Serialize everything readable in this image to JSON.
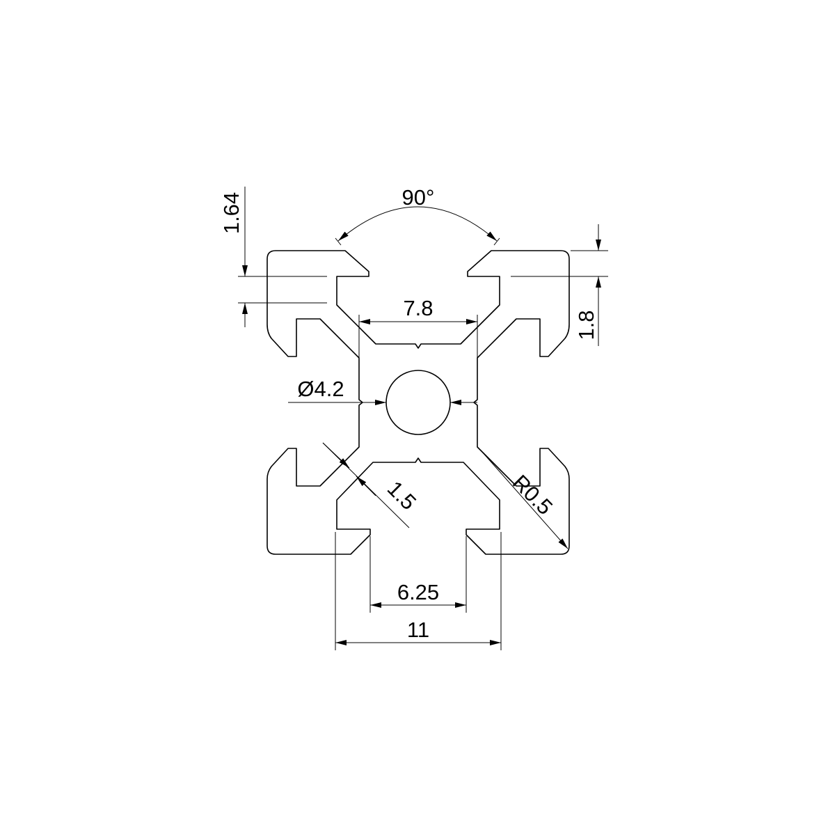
{
  "drawing": {
    "line_color": "#000000",
    "background_color": "#ffffff",
    "dimensions": {
      "angle": "90°",
      "top_slot_depth": "1.64",
      "side_height": "1.8",
      "inner_width": "7.8",
      "bore_diameter": "Ø4.2",
      "wall_thickness": "1.5",
      "fillet_radius": "R0.5",
      "slot_opening": "6.25",
      "slot_width": "11"
    }
  }
}
